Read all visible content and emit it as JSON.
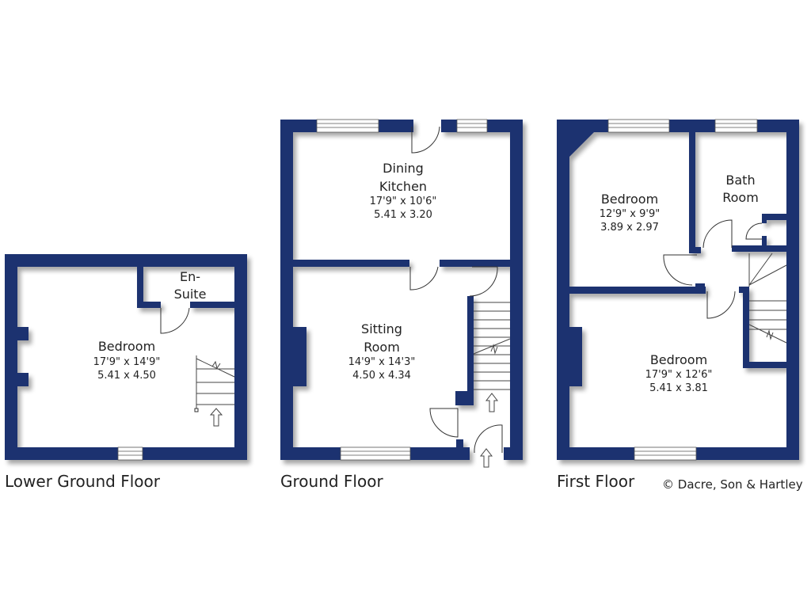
{
  "floors": {
    "lower_ground": {
      "label": "Lower Ground Floor",
      "rooms": [
        {
          "name_lines": [
            "Bedroom"
          ],
          "imperial": "17'9\"  x  14'9\"",
          "metric": "5.41  x  4.50"
        },
        {
          "name_lines": [
            "En-",
            "Suite"
          ],
          "imperial": "",
          "metric": ""
        }
      ]
    },
    "ground": {
      "label": "Ground Floor",
      "rooms": [
        {
          "name_lines": [
            "Dining",
            "Kitchen"
          ],
          "imperial": "17'9\"  x  10'6\"",
          "metric": "5.41  x  3.20"
        },
        {
          "name_lines": [
            "Sitting",
            "Room"
          ],
          "imperial": "14'9\"  x  14'3\"",
          "metric": "4.50  x  4.34"
        }
      ]
    },
    "first": {
      "label": "First Floor",
      "rooms": [
        {
          "name_lines": [
            "Bedroom"
          ],
          "imperial": "12'9\"  x  9'9\"",
          "metric": "3.89  x  2.97"
        },
        {
          "name_lines": [
            "Bath",
            "Room"
          ],
          "imperial": "",
          "metric": ""
        },
        {
          "name_lines": [
            "Bedroom"
          ],
          "imperial": "17'9\"  x  12'6\"",
          "metric": "5.41  x  3.81"
        }
      ]
    }
  },
  "copyright": "© Dacre, Son & Hartley",
  "colors": {
    "wall": "#1f3370"
  }
}
